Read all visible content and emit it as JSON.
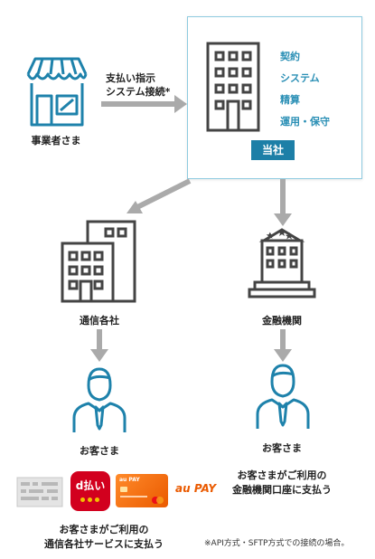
{
  "merchant": {
    "label": "事業者さま"
  },
  "arrow_label": {
    "line1": "支払い指示",
    "line2": "システム接続*"
  },
  "company": {
    "badge": "当社",
    "items": [
      "契約",
      "システム",
      "精算",
      "運用・保守"
    ]
  },
  "carrier": {
    "label": "通信各社"
  },
  "bank": {
    "label": "金融機関"
  },
  "customer_left": {
    "label": "お客さま"
  },
  "customer_right": {
    "label": "お客さま"
  },
  "payment_methods": {
    "d_barai": {
      "text": "d払い"
    },
    "aupay_card": {
      "text": "au PAY"
    },
    "aupay_logo": {
      "text": "au PAY"
    }
  },
  "left_caption": {
    "line1": "お客さまがご利用の",
    "line2": "通信各社サービスに支払う"
  },
  "right_caption": {
    "line1": "お客さまがご利用の",
    "line2": "金融機関口座に支払う"
  },
  "footnote": "※API方式・SFTP方式での接続の場合。",
  "colors": {
    "icon": "#1e82ab",
    "arrow": "#aaaaaa",
    "badge": "#1d7fa7",
    "text_accent": "#2a8fb5"
  }
}
